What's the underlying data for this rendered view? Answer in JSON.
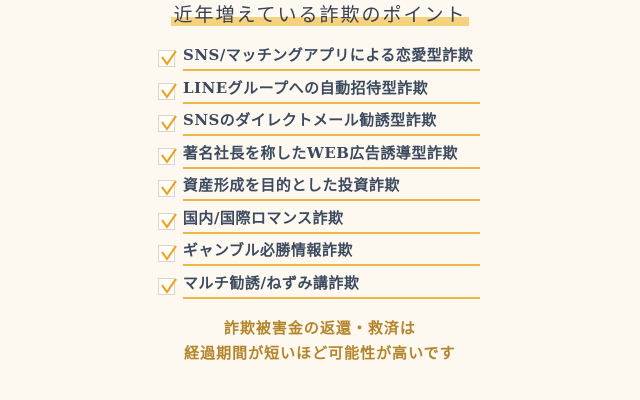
{
  "title": "近年増えている詐欺のポイント",
  "colors": {
    "background": "#fdf9f1",
    "title_highlight": "#f6d27e",
    "item_text": "#3b4a5e",
    "underline": "#efb548",
    "check": "#f0a020",
    "footer_text": "#b5842a"
  },
  "items": [
    {
      "label": "SNS/マッチングアプリによる恋愛型詐欺",
      "icon": "checkmark-icon"
    },
    {
      "label": "LINEグループへの自動招待型詐欺",
      "icon": "checkmark-icon"
    },
    {
      "label": "SNSのダイレクトメール勧誘型詐欺",
      "icon": "checkmark-icon"
    },
    {
      "label": "著名社長を称したWEB広告誘導型詐欺",
      "icon": "checkmark-icon"
    },
    {
      "label": "資産形成を目的とした投資詐欺",
      "icon": "checkmark-icon"
    },
    {
      "label": "国内/国際ロマンス詐欺",
      "icon": "checkmark-icon"
    },
    {
      "label": "ギャンブル必勝情報詐欺",
      "icon": "checkmark-icon"
    },
    {
      "label": "マルチ勧誘/ねずみ講詐欺",
      "icon": "checkmark-icon"
    }
  ],
  "footer": {
    "line1": "詐欺被害金の返還・救済は",
    "line2": "経過期間が短いほど可能性が高いです"
  }
}
